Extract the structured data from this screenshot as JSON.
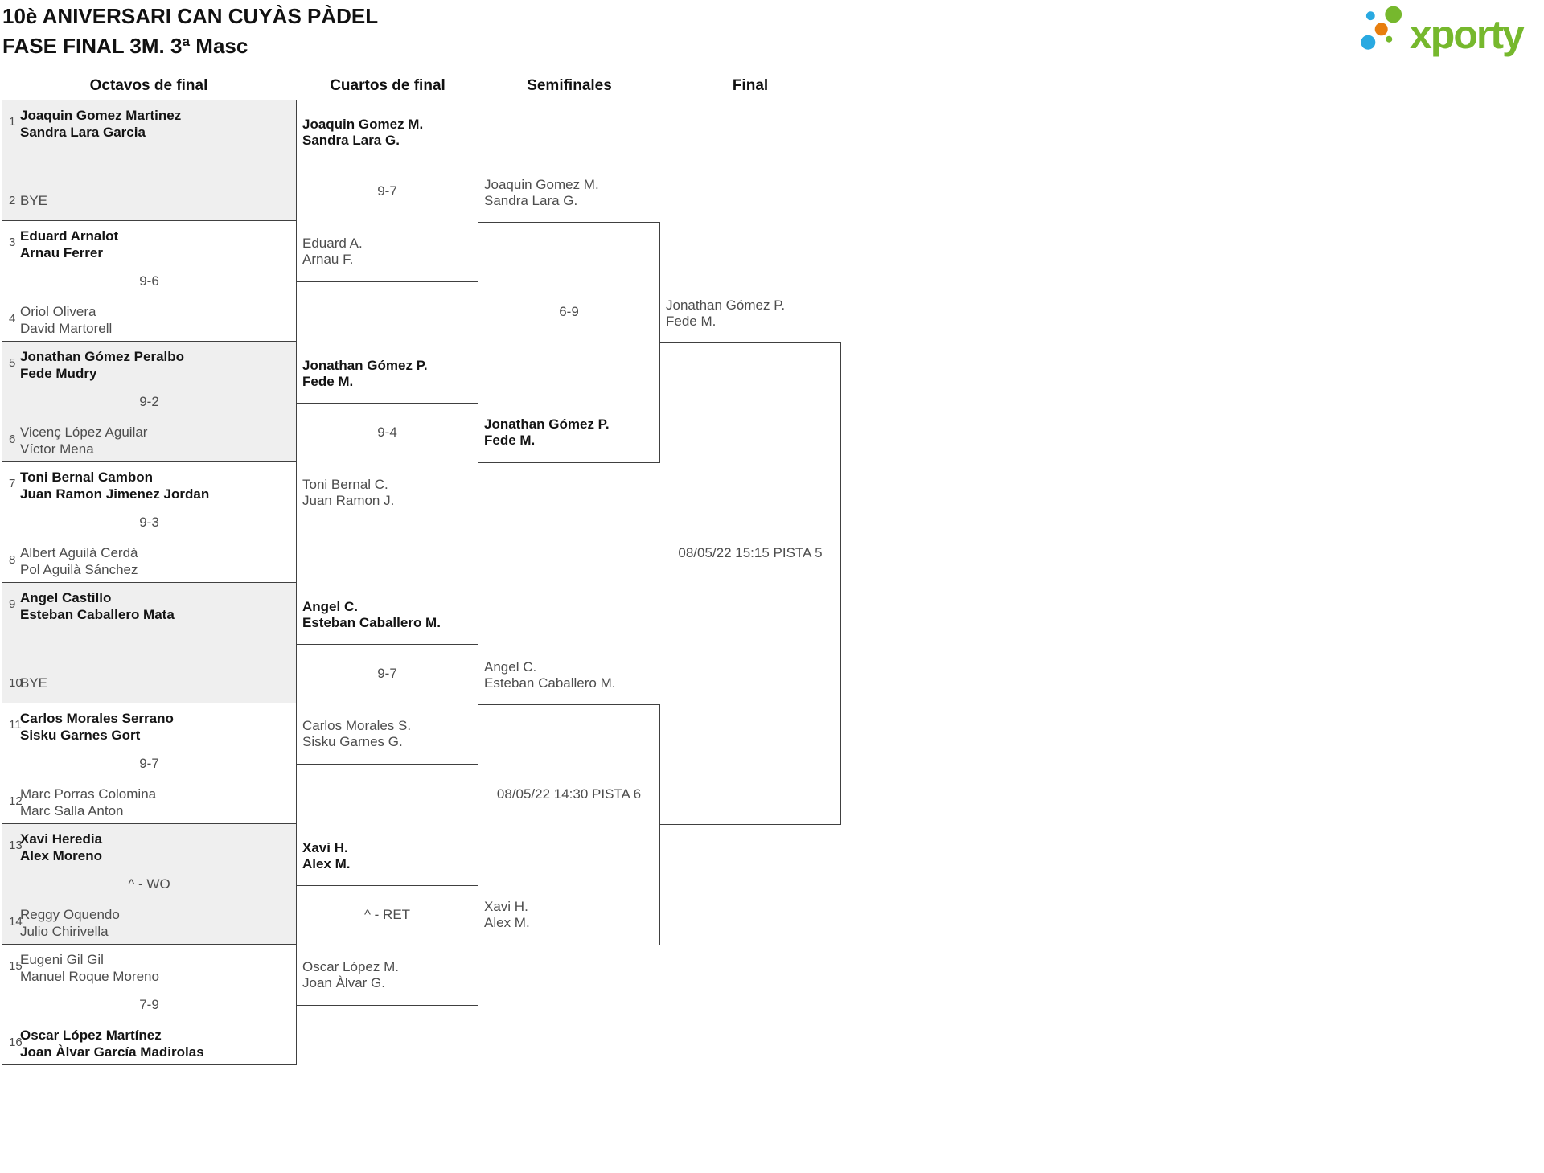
{
  "title": {
    "line1": "10è ANIVERSARI CAN CUYÀS PÀDEL",
    "line2": "FASE FINAL 3M. 3ª Masc"
  },
  "logo": {
    "brand": "xporty",
    "colors": {
      "green": "#76b82d",
      "blue": "#29a9e1",
      "orange": "#e87e0e"
    }
  },
  "round_headers": [
    "Octavos de final",
    "Cuartos de final",
    "Semifinales",
    "Final"
  ],
  "bracket": {
    "octavos": [
      {
        "seed_a": "1",
        "a1": "Joaquin Gomez Martinez",
        "a2": "Sandra Lara Garcia",
        "score": "",
        "seed_b": "2",
        "b1": "BYE",
        "b2": "",
        "winner": "a"
      },
      {
        "seed_a": "3",
        "a1": "Eduard Arnalot",
        "a2": "Arnau Ferrer",
        "score": "9-6",
        "seed_b": "4",
        "b1": "Oriol Olivera",
        "b2": "David Martorell",
        "winner": "a"
      },
      {
        "seed_a": "5",
        "a1": "Jonathan Gómez Peralbo",
        "a2": "Fede Mudry",
        "score": "9-2",
        "seed_b": "6",
        "b1": "Vicenç López Aguilar",
        "b2": "Víctor Mena",
        "winner": "a"
      },
      {
        "seed_a": "7",
        "a1": "Toni Bernal Cambon",
        "a2": "Juan Ramon Jimenez Jordan",
        "score": "9-3",
        "seed_b": "8",
        "b1": "Albert Aguilà Cerdà",
        "b2": "Pol Aguilà Sánchez",
        "winner": "a"
      },
      {
        "seed_a": "9",
        "a1": "Angel Castillo",
        "a2": "Esteban Caballero Mata",
        "score": "",
        "seed_b": "10",
        "b1": "BYE",
        "b2": "",
        "winner": "a"
      },
      {
        "seed_a": "11",
        "a1": "Carlos Morales Serrano",
        "a2": "Sisku Garnes Gort",
        "score": "9-7",
        "seed_b": "12",
        "b1": "Marc Porras Colomina",
        "b2": "Marc Salla Anton",
        "winner": "a"
      },
      {
        "seed_a": "13",
        "a1": "Xavi Heredia",
        "a2": "Alex Moreno",
        "score": "^ - WO",
        "seed_b": "14",
        "b1": "Reggy Oquendo",
        "b2": "Julio Chirivella",
        "winner": "a"
      },
      {
        "seed_a": "15",
        "a1": "Eugeni Gil Gil",
        "a2": "Manuel Roque Moreno",
        "score": "7-9",
        "seed_b": "16",
        "b1": "Oscar López Martínez",
        "b2": "Joan Àlvar García Madirolas",
        "winner": "b"
      }
    ],
    "cuartos": [
      {
        "a1": "Joaquin Gomez M.",
        "a2": "Sandra Lara G.",
        "score": "9-7",
        "b1": "Eduard A.",
        "b2": "Arnau F.",
        "winner": "a"
      },
      {
        "a1": "Jonathan Gómez P.",
        "a2": "Fede M.",
        "score": "9-4",
        "b1": "Toni Bernal C.",
        "b2": "Juan Ramon J.",
        "winner": "a"
      },
      {
        "a1": "Angel C.",
        "a2": "Esteban Caballero M.",
        "score": "9-7",
        "b1": "Carlos Morales S.",
        "b2": "Sisku Garnes G.",
        "winner": "a"
      },
      {
        "a1": "Xavi H.",
        "a2": "Alex M.",
        "score": "^ - RET",
        "b1": "Oscar López M.",
        "b2": "Joan Àlvar G.",
        "winner": "a"
      }
    ],
    "semifinales": [
      {
        "a1": "Joaquin Gomez M.",
        "a2": "Sandra Lara G.",
        "score": "6-9",
        "b1": "Jonathan Gómez P.",
        "b2": "Fede M.",
        "winner": "b"
      },
      {
        "a1": "Angel C.",
        "a2": "Esteban Caballero M.",
        "score": "08/05/22 14:30 PISTA 6",
        "b1": "Xavi H.",
        "b2": "Alex M.",
        "winner": ""
      }
    ],
    "final": {
      "a1": "Jonathan Gómez P.",
      "a2": "Fede M.",
      "score": "08/05/22 15:15 PISTA 5",
      "winner": ""
    }
  }
}
